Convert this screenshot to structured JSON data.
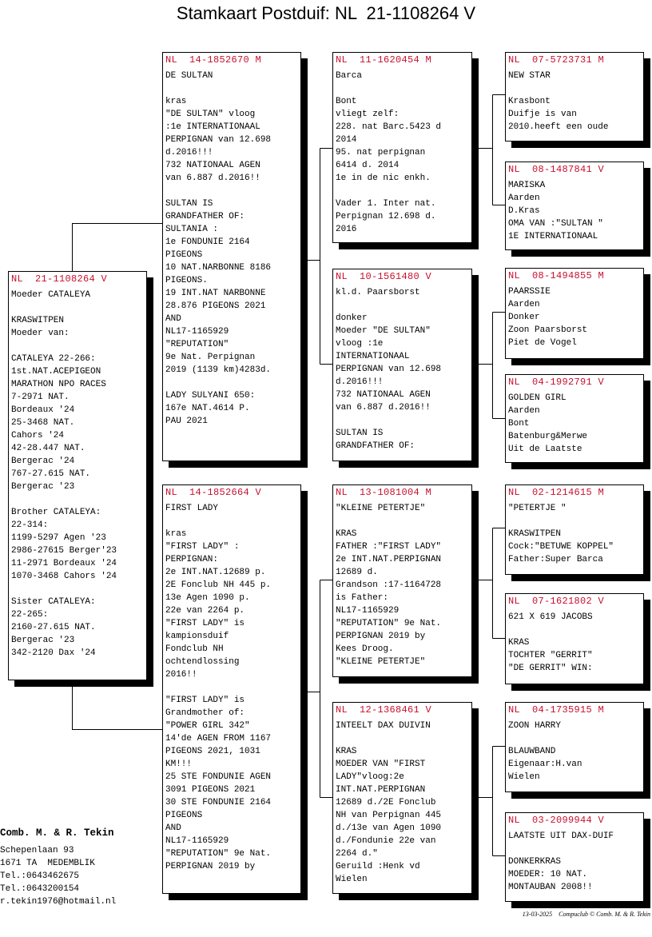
{
  "title": "Stamkaart Postduif: NL  21-1108264 V",
  "colors": {
    "ring": "#c8102e",
    "text": "#000000",
    "shadow": "#000000"
  },
  "cards": [
    {
      "id": "subject",
      "ring": "NL  21-1108264 V",
      "lines": [
        "Moeder CATALEYA",
        "",
        "KRASWITPEN",
        "Moeder van:",
        "",
        "CATALEYA 22-266:",
        "1st.NAT.ACEPIGEON",
        "MARATHON NPO RACES",
        "7-2971 NAT.",
        "Bordeaux '24",
        "25-3468 NAT.",
        "Cahors '24",
        "42-28.447 NAT.",
        "Bergerac '24",
        "767-27.615 NAT.",
        "Bergerac '23",
        "",
        "Brother CATALEYA:",
        "22-314:",
        "1199-5297 Agen '23",
        "2986-27615 Berger'23",
        "11-2971 Bordeaux '24",
        "1070-3468 Cahors '24",
        "",
        "Sister CATALEYA:",
        "22-265:",
        "2160-27.615 NAT.",
        "Bergerac '23",
        "342-2120 Dax '24"
      ]
    },
    {
      "id": "sire",
      "ring": "NL  14-1852670 M",
      "lines": [
        "DE SULTAN",
        "",
        "kras",
        "\"DE SULTAN\" vloog",
        ":1e INTERNATIONAAL",
        "PERPIGNAN van 12.698",
        "d.2016!!!",
        "732 NATIONAAL AGEN",
        "van 6.887 d.2016!!",
        "",
        "SULTAN IS",
        "GRANDFATHER OF:",
        "SULTANIA :",
        "1e FONDUNIE 2164",
        "PIGEONS",
        "10 NAT.NARBONNE 8186",
        "PIGEONS.",
        "19 INT.NAT NARBONNE",
        "28.876 PIGEONS 2021",
        "AND",
        "NL17-1165929",
        "\"REPUTATION\"",
        "9e Nat. Perpignan",
        "2019 (1139 km)4283d.",
        "",
        "LADY SULYANI 650:",
        "167e NAT.4614 P.",
        "PAU 2021"
      ]
    },
    {
      "id": "dam",
      "ring": "NL  14-1852664 V",
      "lines": [
        "FIRST LADY",
        "",
        "kras",
        "\"FIRST LADY\" :",
        "PERPIGNAN:",
        "2e INT.NAT.12689 p.",
        "2E Fonclub NH 445 p.",
        "13e Agen 1090 p.",
        "22e van 2264 p.",
        "\"FIRST LADY\" is",
        "kampionsduif",
        "Fondclub NH",
        "ochtendlossing",
        "2016!!",
        "",
        "\"FIRST LADY\" is",
        "Grandmother of:",
        "\"POWER GIRL 342\"",
        "14'de AGEN FROM 1167",
        "PIGEONS 2021, 1031",
        "KM!!!",
        "25 STE FONDUNIE AGEN",
        "3091 PIGEONS 2021",
        "30 STE FONDUNIE 2164",
        "PIGEONS",
        "AND",
        "NL17-1165929",
        "\"REPUTATION\" 9e Nat.",
        "PERPIGNAN 2019 by"
      ]
    },
    {
      "id": "ss",
      "ring": "NL  11-1620454 M",
      "lines": [
        "Barca",
        "",
        "Bont",
        "vliegt zelf:",
        "228. nat Barc.5423 d",
        "2014",
        "95. nat perpignan",
        "6414 d. 2014",
        "1e in de nic enkh.",
        "",
        "Vader 1. Inter nat.",
        "Perpignan 12.698 d.",
        "2016"
      ]
    },
    {
      "id": "sd",
      "ring": "NL  10-1561480 V",
      "lines": [
        "kl.d. Paarsborst",
        "",
        "donker",
        "Moeder \"DE SULTAN\"",
        "vloog :1e",
        "INTERNATIONAAL",
        "PERPIGNAN van 12.698",
        "d.2016!!!",
        "732 NATIONAAL AGEN",
        "van 6.887 d.2016!!",
        "",
        "SULTAN IS",
        "GRANDFATHER OF:"
      ]
    },
    {
      "id": "ds",
      "ring": "NL  13-1081004 M",
      "lines": [
        "\"KLEINE PETERTJE\"",
        "",
        "KRAS",
        "FATHER :\"FIRST LADY\"",
        "2e INT.NAT.PERPIGNAN",
        "12689 d.",
        "Grandson :17-1164728",
        "is Father:",
        "NL17-1165929",
        "\"REPUTATION\" 9e Nat.",
        "PERPIGNAN 2019 by",
        "Kees Droog.",
        "\"KLEINE PETERTJE\""
      ]
    },
    {
      "id": "dd",
      "ring": "NL  12-1368461 V",
      "lines": [
        "INTEELT DAX DUIVIN",
        "",
        "KRAS",
        "MOEDER VAN \"FIRST",
        "LADY\"vloog:2e",
        "INT.NAT.PERPIGNAN",
        "12689 d./2E Fonclub",
        "NH van Perpignan 445",
        "d./13e van Agen 1090",
        "d./Fondunie 22e van",
        "2264 d.\"",
        "Geruild :Henk vd",
        "Wielen"
      ]
    },
    {
      "id": "sss",
      "ring": "NL  07-5723731 M",
      "lines": [
        "NEW STAR",
        "",
        "Krasbont",
        "Duifje is van",
        "2010.heeft een oude"
      ]
    },
    {
      "id": "ssd",
      "ring": "NL  08-1487841 V",
      "lines": [
        "MARISKA",
        "Aarden",
        "D.Kras",
        "OMA VAN :\"SULTAN \"",
        "1E INTERNATIONAAL"
      ]
    },
    {
      "id": "sds",
      "ring": "NL  08-1494855 M",
      "lines": [
        "PAARSSIE",
        "Aarden",
        "Donker",
        "Zoon Paarsborst",
        "Piet de Vogel"
      ]
    },
    {
      "id": "sdd",
      "ring": "NL  04-1992791 V",
      "lines": [
        "GOLDEN GIRL",
        "Aarden",
        "Bont",
        "Batenburg&Merwe",
        "Uit de Laatste"
      ]
    },
    {
      "id": "dss",
      "ring": "NL  02-1214615 M",
      "lines": [
        "\"PETERTJE \"",
        "",
        "KRASWITPEN",
        "Cock:\"BETUWE KOPPEL\"",
        "Father:Super Barca"
      ]
    },
    {
      "id": "dsd",
      "ring": "NL  07-1621802 V",
      "lines": [
        "621 X 619 JACOBS",
        "",
        "KRAS",
        "TOCHTER \"GERRIT\"",
        "\"DE GERRIT\" WIN:"
      ]
    },
    {
      "id": "dds",
      "ring": "NL  04-1735915 M",
      "lines": [
        "ZOON HARRY",
        "",
        "BLAUWBAND",
        "Eigenaar:H.van",
        "Wielen"
      ]
    },
    {
      "id": "ddd",
      "ring": "NL  03-2099944 V",
      "lines": [
        "LAATSTE UIT DAX-DUIF",
        "",
        "DONKERKRAS",
        "MOEDER: 10 NAT.",
        "MONTAUBAN 2008!!"
      ]
    }
  ],
  "owner": {
    "name": "Comb. M. & R. Tekin",
    "lines": [
      "Schepenlaan 93",
      "1671 TA  MEDEMBLIK",
      "Tel.:0643462675",
      "Tel.:0643200154",
      "r.tekin1976@hotmail.nl"
    ]
  },
  "footer": "13-03-2025    Compuclub © Comb. M. & R. Tekin"
}
